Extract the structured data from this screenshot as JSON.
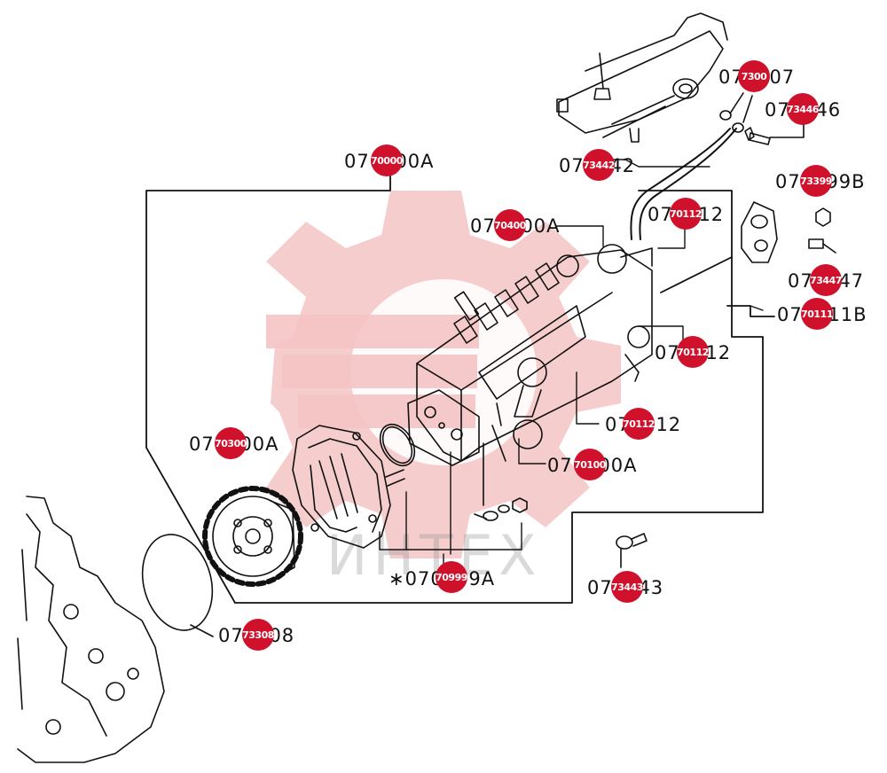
{
  "colors": {
    "marker": "#d0112b",
    "watermark": "#f3c1c1",
    "line": "#111111"
  },
  "watermark": {
    "text": "ИНТЕХ"
  },
  "callouts": [
    {
      "id": "c1",
      "label": "073007",
      "marker": "7300"
    },
    {
      "id": "c2",
      "label": "073446",
      "marker": "73446"
    },
    {
      "id": "c3",
      "label": "070000A",
      "marker": "70000"
    },
    {
      "id": "c4",
      "label": "073442",
      "marker": "73442"
    },
    {
      "id": "c5",
      "label": "073399B",
      "marker": "73399"
    },
    {
      "id": "c6",
      "label": "070400A",
      "marker": "70400"
    },
    {
      "id": "c7",
      "label": "070112",
      "marker": "70112"
    },
    {
      "id": "c8",
      "label": "073447",
      "marker": "73447"
    },
    {
      "id": "c9",
      "label": "070111B",
      "marker": "70111"
    },
    {
      "id": "c10",
      "label": "070112",
      "marker": "70112"
    },
    {
      "id": "c11",
      "label": "070112",
      "marker": "70112"
    },
    {
      "id": "c12",
      "label": "070300A",
      "marker": "70300"
    },
    {
      "id": "c13",
      "label": "070100A",
      "marker": "70100"
    },
    {
      "id": "c14",
      "label": "∗070999A",
      "marker": "70999"
    },
    {
      "id": "c15",
      "label": "073443",
      "marker": "73443"
    },
    {
      "id": "c16",
      "label": "073308",
      "marker": "73308"
    }
  ]
}
